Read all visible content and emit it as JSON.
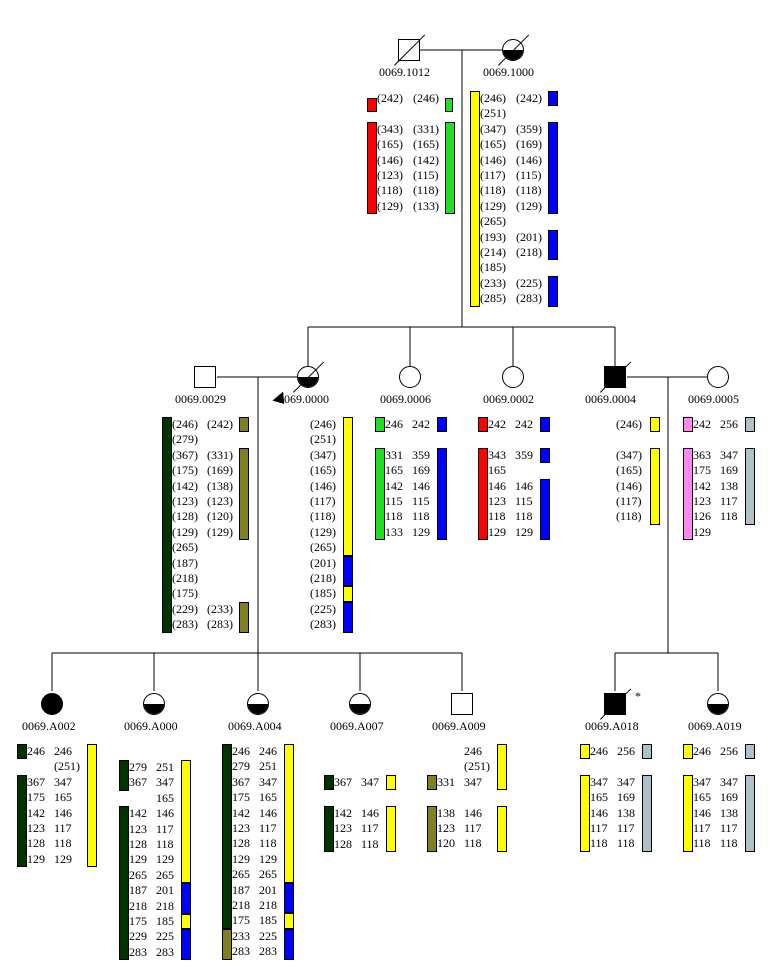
{
  "colors": {
    "red": "#ff0000",
    "green": "#22dd22",
    "yellow": "#ffff00",
    "blue": "#0000ff",
    "darkgreen": "#003300",
    "olive": "#808020",
    "pink": "#ff88ee",
    "grey": "#b0c0c8"
  },
  "individuals": [
    {
      "id": "0069.1012",
      "sex": "male",
      "status": "unaffected",
      "deceased": true
    },
    {
      "id": "0069.1000",
      "sex": "female",
      "status": "carrier",
      "deceased": true
    },
    {
      "id": "0069.0029",
      "sex": "male",
      "status": "unaffected",
      "deceased": false
    },
    {
      "id": "0069.0000",
      "sex": "female",
      "status": "carrier",
      "deceased": true,
      "proband": true
    },
    {
      "id": "0069.0006",
      "sex": "female",
      "status": "unaffected",
      "deceased": false
    },
    {
      "id": "0069.0002",
      "sex": "female",
      "status": "unaffected",
      "deceased": false
    },
    {
      "id": "0069.0004",
      "sex": "male",
      "status": "affected",
      "deceased": true
    },
    {
      "id": "0069.0005",
      "sex": "female",
      "status": "unaffected",
      "deceased": false
    },
    {
      "id": "0069.A002",
      "sex": "female",
      "status": "affected",
      "deceased": false
    },
    {
      "id": "0069.A000",
      "sex": "female",
      "status": "carrier",
      "deceased": false
    },
    {
      "id": "0069.A004",
      "sex": "female",
      "status": "carrier",
      "deceased": false
    },
    {
      "id": "0069.A007",
      "sex": "female",
      "status": "carrier",
      "deceased": false
    },
    {
      "id": "0069.A009",
      "sex": "male",
      "status": "unaffected",
      "deceased": false
    },
    {
      "id": "0069.A018",
      "sex": "male",
      "status": "affected",
      "deceased": true,
      "marker": "*"
    },
    {
      "id": "0069.A019",
      "sex": "female",
      "status": "carrier",
      "deceased": false
    }
  ],
  "haplotypes": [
    {
      "rows": [
        [
          "(242)",
          "(246)",
          null,
          null
        ],
        [
          "",
          "",
          null,
          null
        ],
        [
          "(343)",
          "(331)",
          "red",
          "green"
        ],
        [
          "(165)",
          "(165)",
          "red",
          "green"
        ],
        [
          "(146)",
          "(142)",
          "red",
          "green"
        ],
        [
          "(123)",
          "(115)",
          "red",
          "green"
        ],
        [
          "(118)",
          "(118)",
          "red",
          "green"
        ],
        [
          "(129)",
          "(133)",
          "red",
          "green"
        ]
      ],
      "first": [
        "red",
        "green"
      ]
    },
    {
      "rows": [
        [
          "(246)",
          "(242)",
          "yellow",
          "blue"
        ],
        [
          "(251)",
          "",
          "yellow",
          null
        ],
        [
          "(347)",
          "(359)",
          "yellow",
          "blue"
        ],
        [
          "(165)",
          "(169)",
          "yellow",
          "blue"
        ],
        [
          "(146)",
          "(146)",
          "yellow",
          "blue"
        ],
        [
          "(117)",
          "(115)",
          "yellow",
          "blue"
        ],
        [
          "(118)",
          "(118)",
          "yellow",
          "blue"
        ],
        [
          "(129)",
          "(129)",
          "yellow",
          "blue"
        ],
        [
          "(265)",
          "",
          "yellow",
          null
        ],
        [
          "(193)",
          "(201)",
          "yellow",
          "blue"
        ],
        [
          "(214)",
          "(218)",
          "yellow",
          "blue"
        ],
        [
          "(185)",
          "",
          "yellow",
          null
        ],
        [
          "(233)",
          "(225)",
          "yellow",
          "blue"
        ],
        [
          "(285)",
          "(283)",
          "yellow",
          "blue"
        ]
      ]
    },
    {
      "rows": [
        [
          "(246)",
          "(242)",
          "darkgreen",
          "olive"
        ],
        [
          "(279)",
          "",
          "darkgreen",
          null
        ],
        [
          "(367)",
          "(331)",
          "darkgreen",
          "olive"
        ],
        [
          "(175)",
          "(169)",
          "darkgreen",
          "olive"
        ],
        [
          "(142)",
          "(138)",
          "darkgreen",
          "olive"
        ],
        [
          "(123)",
          "(123)",
          "darkgreen",
          "olive"
        ],
        [
          "(128)",
          "(120)",
          "darkgreen",
          "olive"
        ],
        [
          "(129)",
          "(129)",
          "darkgreen",
          "olive"
        ],
        [
          "(265)",
          "",
          "darkgreen",
          null
        ],
        [
          "(187)",
          "",
          "darkgreen",
          null
        ],
        [
          "(218)",
          "",
          "darkgreen",
          null
        ],
        [
          "(175)",
          "",
          "darkgreen",
          null
        ],
        [
          "(229)",
          "(233)",
          "darkgreen",
          "olive"
        ],
        [
          "(283)",
          "(283)",
          "darkgreen",
          "olive"
        ]
      ]
    },
    {
      "rows": [
        [
          "(246)",
          "",
          "yellow"
        ],
        [
          "(251)",
          "",
          "yellow"
        ],
        [
          "(347)",
          "",
          "yellow"
        ],
        [
          "(165)",
          "",
          "yellow"
        ],
        [
          "(146)",
          "",
          "yellow"
        ],
        [
          "(117)",
          "",
          "yellow"
        ],
        [
          "(118)",
          "",
          "yellow"
        ],
        [
          "(129)",
          "",
          "yellow"
        ],
        [
          "(265)",
          "",
          "yellow"
        ],
        [
          "(201)",
          "",
          "blue"
        ],
        [
          "(218)",
          "",
          "blue"
        ],
        [
          "(185)",
          "",
          "yellow"
        ],
        [
          "(225)",
          "",
          "blue"
        ],
        [
          "(283)",
          "",
          "blue"
        ]
      ]
    },
    {
      "rows": [
        [
          "246",
          "242",
          "green",
          "blue"
        ],
        [
          "",
          ""
        ],
        [
          "331",
          "359",
          "green",
          "blue"
        ],
        [
          "165",
          "169",
          "green",
          "blue"
        ],
        [
          "142",
          "146",
          "green",
          "blue"
        ],
        [
          "115",
          "115",
          "green",
          "blue"
        ],
        [
          "118",
          "118",
          "green",
          "blue"
        ],
        [
          "133",
          "129",
          "green",
          "blue"
        ]
      ]
    },
    {
      "rows": [
        [
          "242",
          "242",
          "red",
          "blue"
        ],
        [
          "",
          ""
        ],
        [
          "343",
          "359",
          "red",
          "blue"
        ],
        [
          "165",
          "",
          "red",
          null
        ],
        [
          "146",
          "146",
          "red",
          "blue"
        ],
        [
          "123",
          "115",
          "red",
          "blue"
        ],
        [
          "118",
          "118",
          "red",
          "blue"
        ],
        [
          "129",
          "129",
          "red",
          "blue"
        ]
      ]
    },
    {
      "rows": [
        [
          "(246)",
          "",
          "yellow"
        ],
        [
          "",
          ""
        ],
        [
          "(347)",
          "",
          "yellow"
        ],
        [
          "(165)",
          "",
          "yellow"
        ],
        [
          "(146)",
          "",
          "yellow"
        ],
        [
          "(117)",
          "",
          "yellow"
        ],
        [
          "(118)",
          "",
          "yellow"
        ]
      ]
    },
    {
      "rows": [
        [
          "242",
          "256",
          "pink",
          "grey"
        ],
        [
          "",
          ""
        ],
        [
          "363",
          "347",
          "pink",
          "grey"
        ],
        [
          "175",
          "169",
          "pink",
          "grey"
        ],
        [
          "142",
          "138",
          "pink",
          "grey"
        ],
        [
          "123",
          "117",
          "pink",
          "grey"
        ],
        [
          "126",
          "118",
          "pink",
          "grey"
        ],
        [
          "129",
          "",
          "pink",
          null
        ]
      ]
    },
    {
      "rows": [
        [
          "246",
          "246",
          "darkgreen",
          "yellow"
        ],
        [
          "",
          "(251)",
          null,
          "yellow"
        ],
        [
          "367",
          "347",
          "darkgreen",
          "yellow"
        ],
        [
          "175",
          "165",
          "darkgreen",
          "yellow"
        ],
        [
          "142",
          "146",
          "darkgreen",
          "yellow"
        ],
        [
          "123",
          "117",
          "darkgreen",
          "yellow"
        ],
        [
          "128",
          "118",
          "darkgreen",
          "yellow"
        ],
        [
          "129",
          "129",
          "darkgreen",
          "yellow"
        ]
      ]
    },
    {
      "rows": [
        [
          "279",
          "251",
          "darkgreen",
          "yellow"
        ],
        [
          "367",
          "347",
          "darkgreen",
          "yellow"
        ],
        [
          "",
          "165",
          null,
          "yellow"
        ],
        [
          "142",
          "146",
          "darkgreen",
          "yellow"
        ],
        [
          "123",
          "117",
          "darkgreen",
          "yellow"
        ],
        [
          "128",
          "118",
          "darkgreen",
          "yellow"
        ],
        [
          "129",
          "129",
          "darkgreen",
          "yellow"
        ],
        [
          "265",
          "265",
          "darkgreen",
          "yellow"
        ],
        [
          "187",
          "201",
          "darkgreen",
          "blue"
        ],
        [
          "218",
          "218",
          "darkgreen",
          "blue"
        ],
        [
          "175",
          "185",
          "darkgreen",
          "yellow"
        ],
        [
          "229",
          "225",
          "darkgreen",
          "blue"
        ],
        [
          "283",
          "283",
          "darkgreen",
          "blue"
        ]
      ]
    },
    {
      "rows": [
        [
          "246",
          "246",
          "darkgreen",
          "yellow"
        ],
        [
          "279",
          "251",
          "darkgreen",
          "yellow"
        ],
        [
          "367",
          "347",
          "darkgreen",
          "yellow"
        ],
        [
          "175",
          "165",
          "darkgreen",
          "yellow"
        ],
        [
          "142",
          "146",
          "darkgreen",
          "yellow"
        ],
        [
          "123",
          "117",
          "darkgreen",
          "yellow"
        ],
        [
          "128",
          "118",
          "darkgreen",
          "yellow"
        ],
        [
          "129",
          "129",
          "darkgreen",
          "yellow"
        ],
        [
          "265",
          "265",
          "darkgreen",
          "yellow"
        ],
        [
          "187",
          "201",
          "darkgreen",
          "blue"
        ],
        [
          "218",
          "218",
          "darkgreen",
          "blue"
        ],
        [
          "175",
          "185",
          "darkgreen",
          "yellow"
        ],
        [
          "233",
          "225",
          "olive",
          "blue"
        ],
        [
          "283",
          "283",
          "olive",
          "blue"
        ]
      ]
    },
    {
      "rows": [
        [
          "367",
          "347",
          "darkgreen",
          "yellow"
        ],
        [
          "",
          ""
        ],
        [
          "142",
          "146",
          "darkgreen",
          "yellow"
        ],
        [
          "123",
          "117",
          "darkgreen",
          "yellow"
        ],
        [
          "128",
          "118",
          "darkgreen",
          "yellow"
        ]
      ]
    },
    {
      "rows": [
        [
          "",
          "246",
          null,
          "yellow"
        ],
        [
          "",
          "(251)",
          null,
          "yellow"
        ],
        [
          "331",
          "347",
          "olive",
          "yellow"
        ],
        [
          "",
          ""
        ],
        [
          "138",
          "146",
          "olive",
          "yellow"
        ],
        [
          "123",
          "117",
          "olive",
          "yellow"
        ],
        [
          "120",
          "118",
          "olive",
          "yellow"
        ]
      ]
    },
    {
      "rows": [
        [
          "246",
          "256",
          "yellow",
          "grey"
        ],
        [
          "",
          ""
        ],
        [
          "347",
          "347",
          "yellow",
          "grey"
        ],
        [
          "165",
          "169",
          "yellow",
          "grey"
        ],
        [
          "146",
          "138",
          "yellow",
          "grey"
        ],
        [
          "117",
          "117",
          "yellow",
          "grey"
        ],
        [
          "118",
          "118",
          "yellow",
          "grey"
        ]
      ]
    },
    {
      "rows": [
        [
          "246",
          "256",
          "yellow",
          "grey"
        ],
        [
          "",
          ""
        ],
        [
          "347",
          "347",
          "yellow",
          "grey"
        ],
        [
          "165",
          "169",
          "yellow",
          "grey"
        ],
        [
          "146",
          "138",
          "yellow",
          "grey"
        ],
        [
          "117",
          "117",
          "yellow",
          "grey"
        ],
        [
          "118",
          "118",
          "yellow",
          "grey"
        ]
      ]
    }
  ]
}
